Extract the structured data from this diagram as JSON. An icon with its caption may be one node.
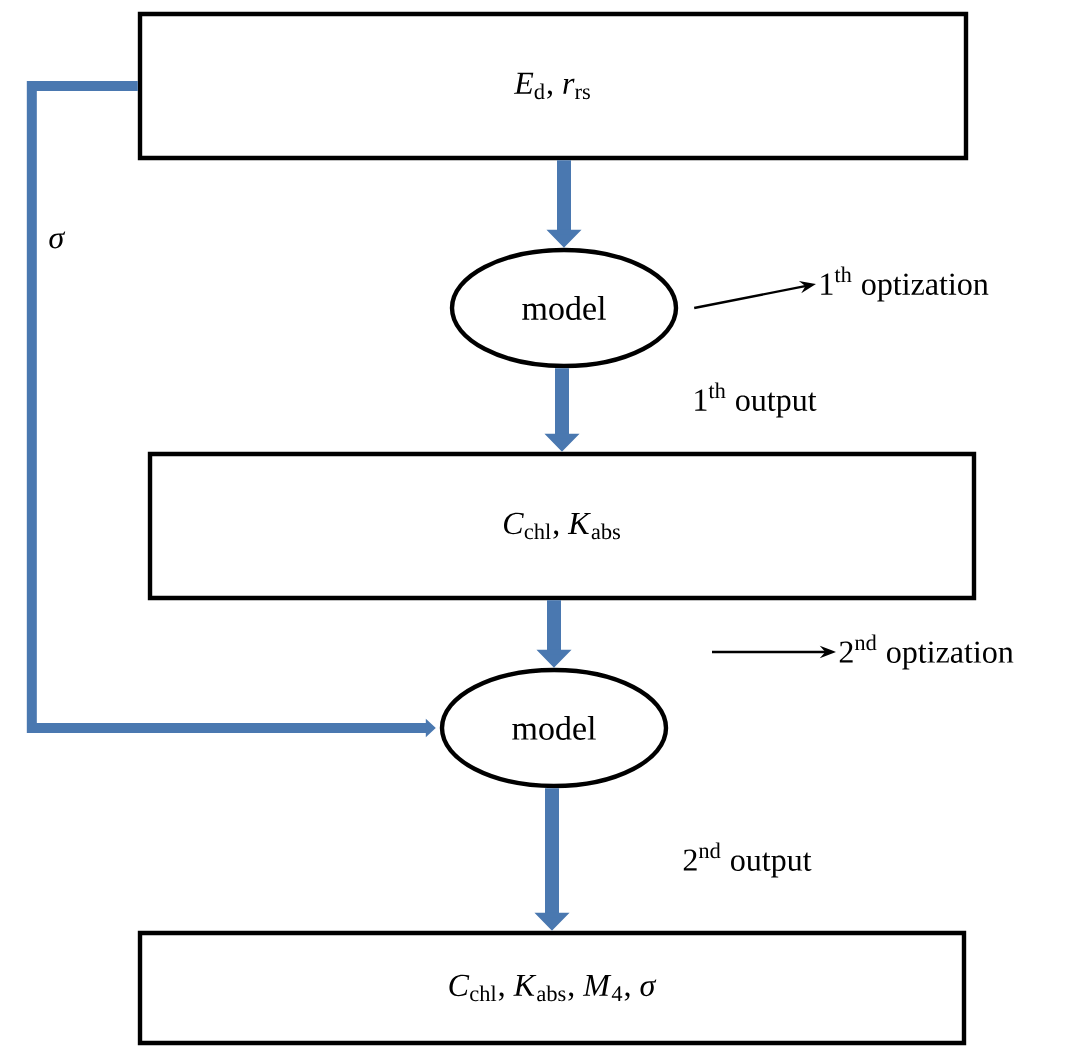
{
  "diagram": {
    "nodes": [
      {
        "text": [
          "*E*$_{d}$, *r*$_{rs}$"
        ]
      },
      {
        "text": [
          "model"
        ]
      },
      {
        "text": [
          "*C*$_{chl}$, *K*$_{abs}$"
        ]
      },
      {
        "text": [
          "model"
        ]
      },
      {
        "text": [
          "*C*$_{chl}$, *K*$_{abs}$, *M*$_{4}$, *σ*"
        ]
      },
      {
        "text": [
          "1$^{th}$ optization"
        ]
      },
      {
        "text": [
          "2$^{nd}$ optization"
        ]
      }
    ],
    "edges": [
      {
        "from": 0,
        "to": 1,
        "arrow": "to"
      },
      {
        "from": 1,
        "to": 2,
        "arrow": "to",
        "label": "1$^{th}$ output"
      },
      {
        "from": 2,
        "to": 3,
        "arrow": "to"
      },
      {
        "from": 3,
        "to": 4,
        "arrow": "to",
        "label": "2$^{nd}$ output"
      },
      {
        "from": 0,
        "to": 3,
        "arrow": "to",
        "label": "*σ*"
      },
      {
        "from": 1,
        "to": 5,
        "arrow": "to",
        "color": "#000000"
      },
      {
        "from": null,
        "to": 6,
        "arrow": "to",
        "color": "#000000"
      }
    ]
  }
}
